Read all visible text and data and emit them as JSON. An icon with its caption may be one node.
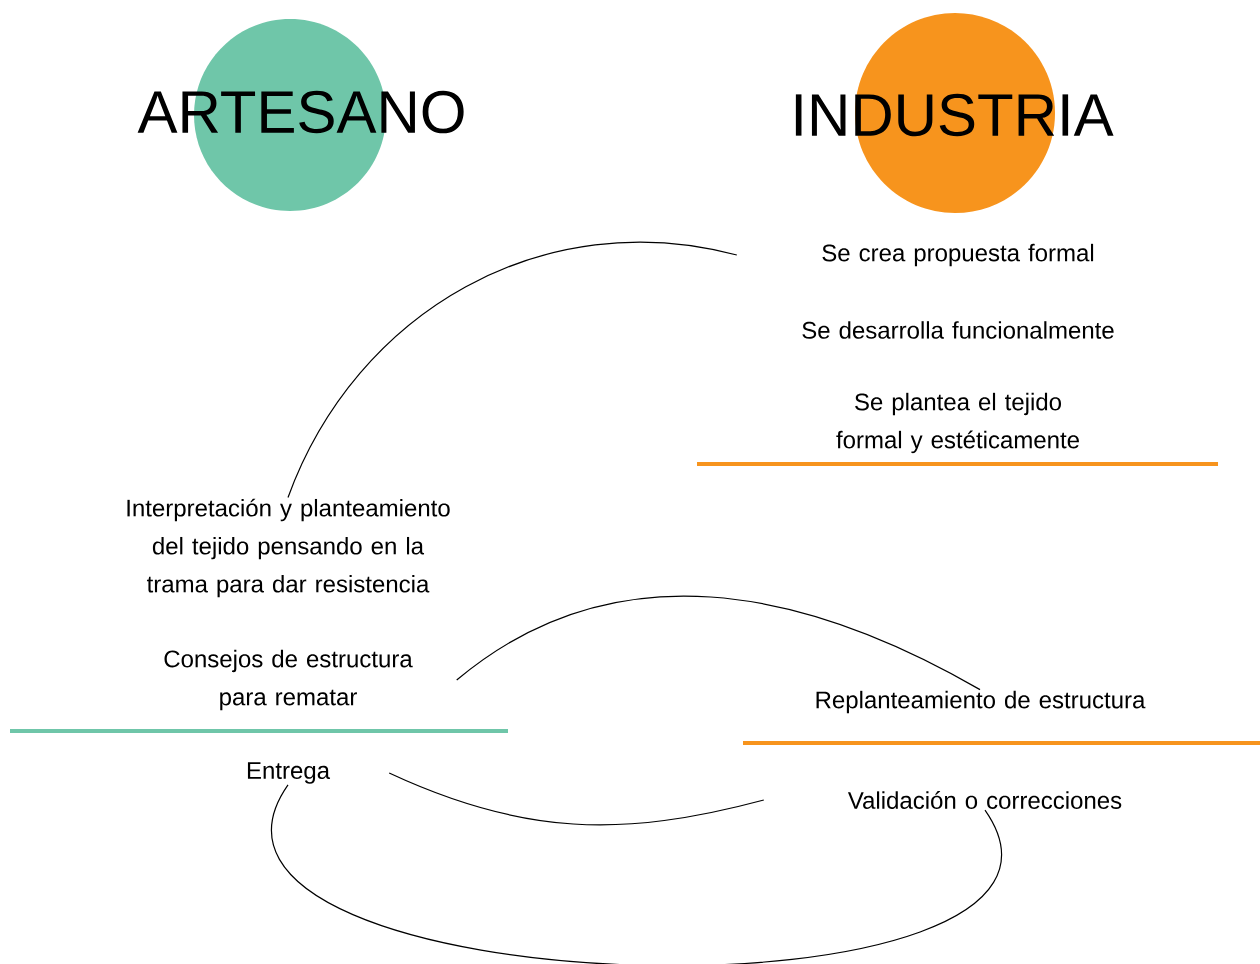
{
  "diagram": {
    "nodes": [
      {
        "text": [
          "ARTESANO"
        ]
      },
      {
        "text": [
          "INDUSTRIA"
        ]
      },
      {
        "text": [
          "Se crea propuesta formal"
        ]
      },
      {
        "text": [
          "Se desarrolla funcionalmente"
        ]
      },
      {
        "text": [
          "Se plantea el tejido formal y estéticamente"
        ]
      },
      {
        "text": [
          "Interpretación y planteamiento del tejido pensando en la trama para dar resistencia"
        ]
      },
      {
        "text": [
          "Consejos de estructura para rematar"
        ]
      },
      {
        "text": [
          "Replanteamiento de estructura"
        ]
      },
      {
        "text": [
          "Entrega"
        ]
      },
      {
        "text": [
          "Validación o correcciones"
        ]
      }
    ],
    "edges": [
      {
        "from": 2,
        "to": 5,
        "arrow": "none"
      },
      {
        "from": 6,
        "to": 7,
        "arrow": "none"
      },
      {
        "from": 8,
        "to": 9,
        "arrow": "none"
      },
      {
        "from": 8,
        "to": 9,
        "arrow": "none"
      }
    ]
  }
}
